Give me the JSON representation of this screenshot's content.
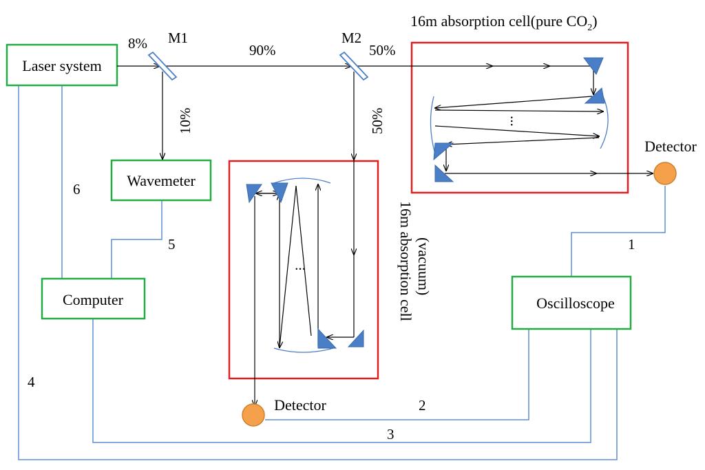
{
  "components": {
    "laser": "Laser system",
    "wavemeter": "Wavemeter",
    "computer": "Computer",
    "oscilloscope": "Oscilloscope",
    "detector_top": "Detector",
    "detector_bottom": "Detector"
  },
  "mirrors": {
    "m1": "M1",
    "m2": "M2"
  },
  "percentages": {
    "m1_in": "8%",
    "m1_to_m2": "90%",
    "m1_down": "10%",
    "m2_right": "50%",
    "m2_down": "50%"
  },
  "cells": {
    "pure_title_main": "16m absorption cell(pure CO",
    "pure_title_sub": "2",
    "pure_title_end": ")",
    "vacuum_line1": "16m absorption cell",
    "vacuum_line2": "(vacuum)",
    "ellipsis": "..."
  },
  "cables": {
    "c1": "1",
    "c2": "2",
    "c3": "3",
    "c4": "4",
    "c5": "5",
    "c6": "6"
  },
  "colors": {
    "component_border": "#22aa44",
    "cell_border": "#e02020",
    "cable": "#5b8dd6",
    "mirror_fill": "#4a7ec7",
    "detector_fill": "#f5a04a",
    "beam": "#000000"
  }
}
